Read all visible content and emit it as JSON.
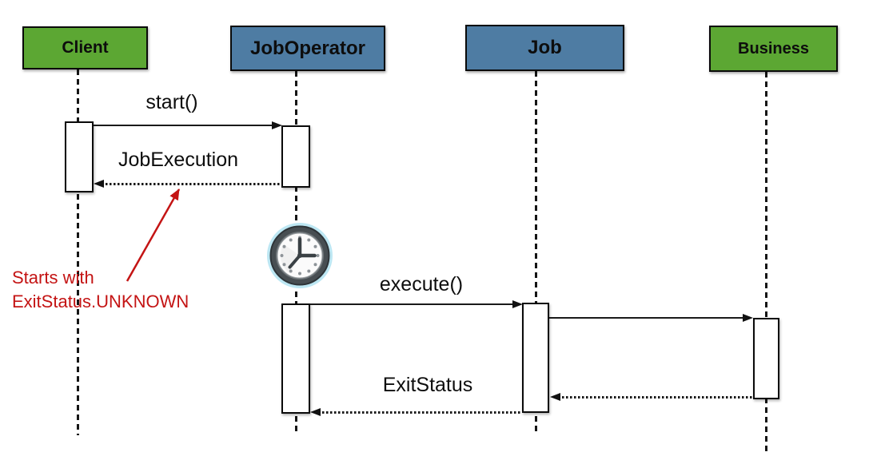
{
  "diagram": {
    "type": "uml-sequence-diagram",
    "background_color": "#ffffff",
    "colors": {
      "actor_green": "#5ca733",
      "actor_blue": "#4e7ca3",
      "annotation_red": "#c41414",
      "line_black": "#1a1a1a"
    },
    "actors": [
      {
        "id": "client",
        "label": "Client",
        "color": "#5ca733"
      },
      {
        "id": "joboperator",
        "label": "JobOperator",
        "color": "#4e7ca3"
      },
      {
        "id": "job",
        "label": "Job",
        "color": "#4e7ca3"
      },
      {
        "id": "business",
        "label": "Business",
        "color": "#5ca733"
      }
    ],
    "messages": [
      {
        "label": "start()",
        "type": "solid-call",
        "from": "Client",
        "to": "JobOperator"
      },
      {
        "label": "JobExecution",
        "type": "dotted-return",
        "from": "JobOperator",
        "to": "Client"
      },
      {
        "label": "execute()",
        "type": "solid-call",
        "from": "JobOperator",
        "to": "Job"
      },
      {
        "label": "",
        "type": "solid-call",
        "from": "Job",
        "to": "Business"
      },
      {
        "label": "",
        "type": "dotted-return",
        "from": "Business",
        "to": "Job"
      },
      {
        "label": "ExitStatus",
        "type": "dotted-return",
        "from": "Job",
        "to": "JobOperator"
      }
    ],
    "annotation": {
      "line1": "Starts with",
      "line2": "ExitStatus.UNKNOWN",
      "color": "#c41414",
      "points_to": "JobExecution return message"
    },
    "icons": [
      {
        "name": "clock-icon",
        "meaning": "scheduled/timed trigger on JobOperator lifeline"
      }
    ]
  }
}
